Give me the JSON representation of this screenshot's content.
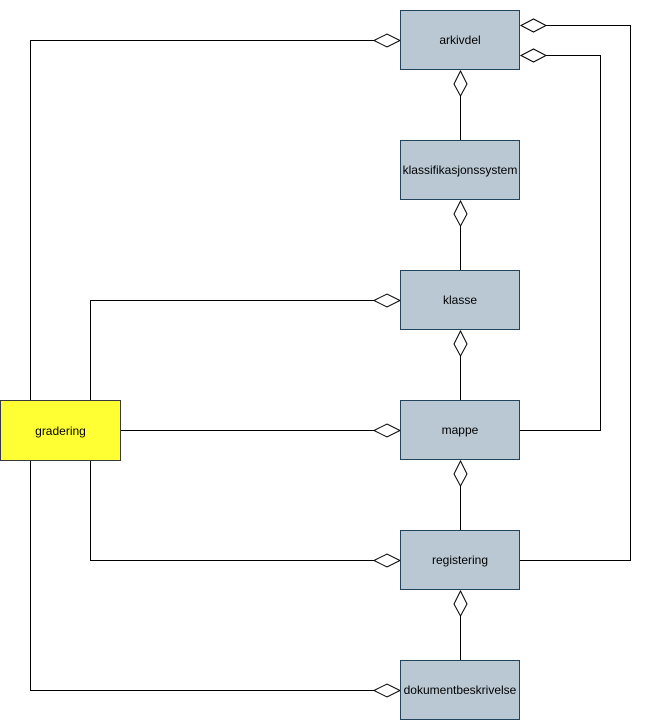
{
  "nodes": {
    "arkivdel": "arkivdel",
    "klassifikasjonssystem": "klassifikasjonssystem",
    "klasse": "klasse",
    "mappe": "mappe",
    "registering": "registering",
    "dokumentbeskrivelse": "dokumentbeskrivelse",
    "gradering": "gradering"
  },
  "colors": {
    "entity_fill": "#bac8d3",
    "entity_stroke": "#23445d",
    "gradering_fill": "#ffff33",
    "line": "#000000"
  }
}
